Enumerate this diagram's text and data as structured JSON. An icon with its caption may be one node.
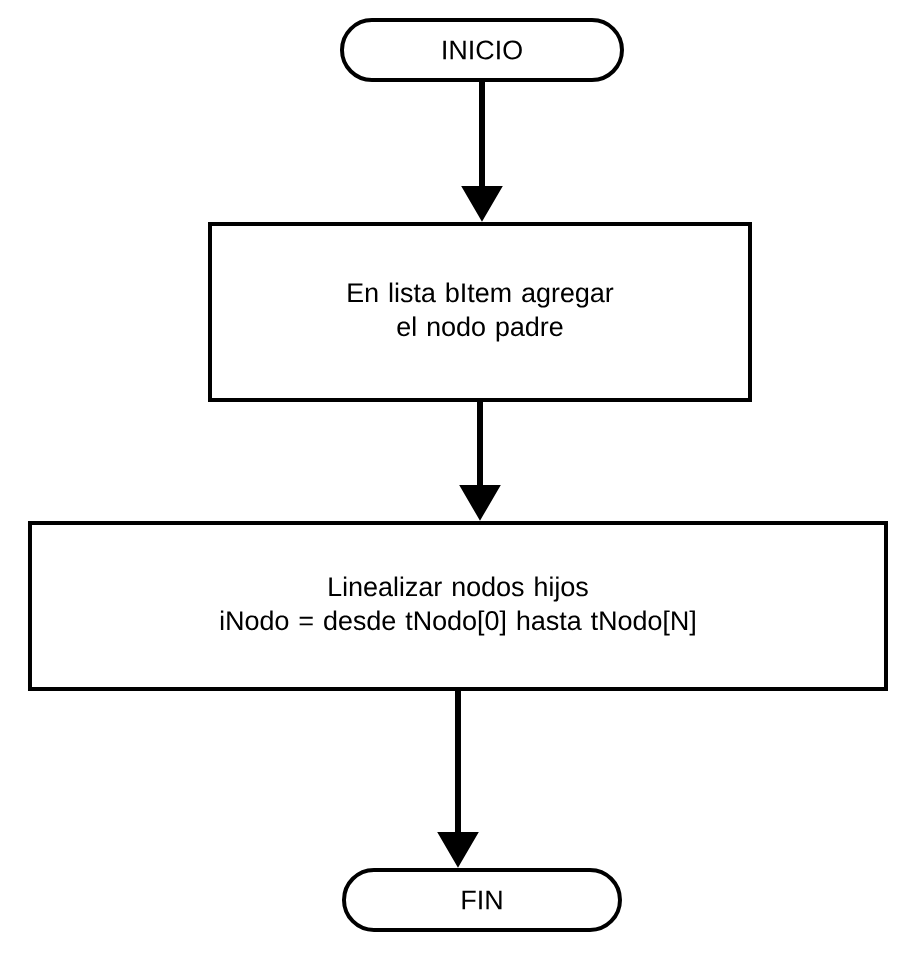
{
  "diagram": {
    "nodes": [
      {
        "text": [
          "INICIO"
        ]
      },
      {
        "text": [
          "En lista bItem agregar el nodo padre"
        ]
      },
      {
        "text": [
          "Linealizar nodos hijos",
          "iNodo = desde tNodo[0] hasta tNodo[N]"
        ]
      },
      {
        "text": [
          "FIN"
        ]
      }
    ],
    "edges": [
      {
        "from": 0,
        "to": 1,
        "arrow": "to"
      },
      {
        "from": 1,
        "to": 2,
        "arrow": "to"
      },
      {
        "from": 2,
        "to": 3,
        "arrow": "to"
      }
    ]
  }
}
